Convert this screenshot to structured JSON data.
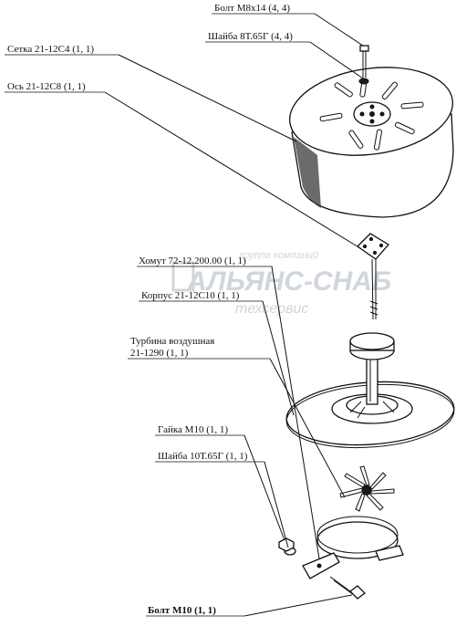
{
  "labels": {
    "bolt_m8": "Болт М8х14 (4, 4)",
    "washer_8t": "Шайба 8Т.65Г (4, 4)",
    "mesh": "Сетка 21-12С4 (1, 1)",
    "axis": "Ось 21-12С8 (1, 1)",
    "clamp": "Хомут 72-12.200.00 (1, 1)",
    "housing": "Корпус 21-12С10 (1, 1)",
    "turbine_line1": "Турбина воздушная",
    "turbine_line2": "21-1290 (1, 1)",
    "nut": "Гайка М10 (1, 1)",
    "washer_10t": "Шайба 10Т.65Г (1, 1)",
    "bolt_m10": "Болт М10 (1, 1)"
  },
  "watermark": {
    "line1": "группа компаний",
    "line2": "АЛЬЯНС-СНАБ",
    "line3": "техсервис"
  },
  "colors": {
    "ink": "#111111",
    "watermark": "#d0d6dc"
  }
}
